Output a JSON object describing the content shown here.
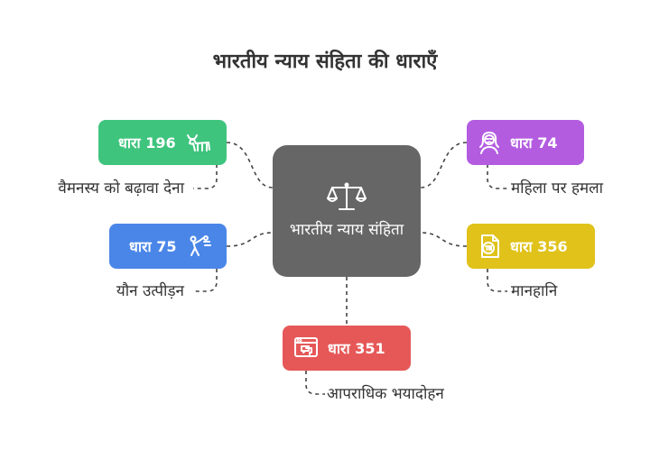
{
  "title": "भारतीय न्याय संहिता की धाराएँ",
  "center": {
    "label": "भारतीय न्याय संहिता",
    "icon": "scale-icon",
    "color": "#666666"
  },
  "nodes": [
    {
      "id": "196",
      "label": "धारा 196",
      "description": "वैमनस्य को बढ़ावा देना",
      "color": "#3FC47E",
      "icon": "bull-icon"
    },
    {
      "id": "75",
      "label": "धारा 75",
      "description": "यौन उत्पीड़न",
      "color": "#4A86E8",
      "icon": "harassment-icon"
    },
    {
      "id": "351",
      "label": "धारा 351",
      "description": "आपराधिक भयादोहन",
      "color": "#E65858",
      "icon": "threat-window-icon"
    },
    {
      "id": "74",
      "label": "धारा 74",
      "description": "महिला पर हमला",
      "color": "#B35CE0",
      "icon": "woman-icon"
    },
    {
      "id": "356",
      "label": "धारा 356",
      "description": "मानहानि",
      "color": "#E0C21A",
      "icon": "document-tm-icon"
    }
  ]
}
